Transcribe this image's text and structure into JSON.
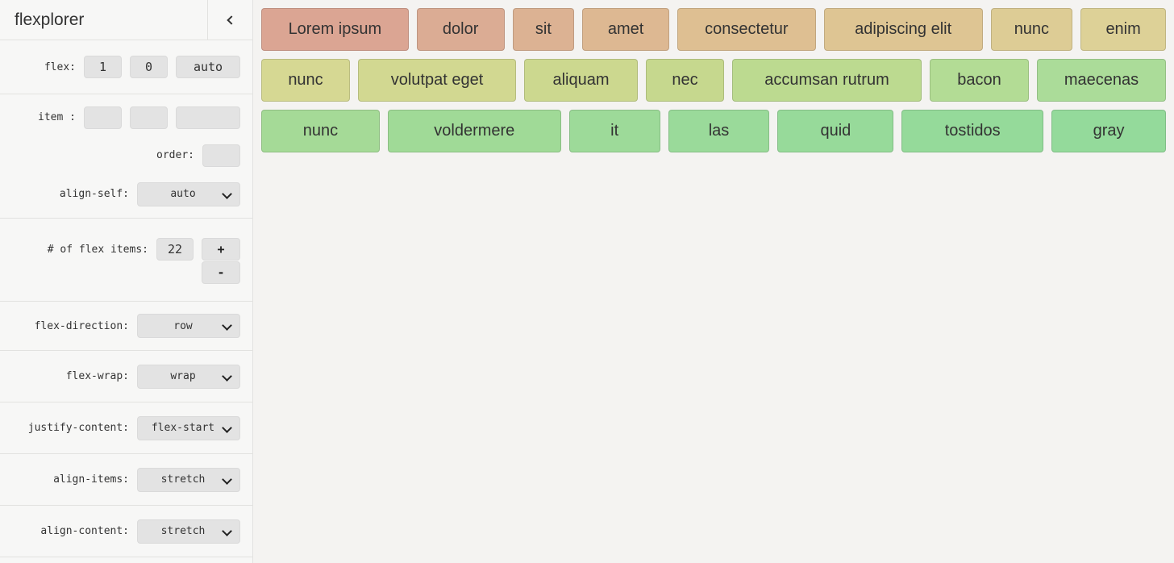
{
  "app": {
    "title": "flexplorer"
  },
  "sidebar": {
    "flex_row": {
      "label": "flex:",
      "grow": "1",
      "shrink": "0",
      "basis": "auto"
    },
    "item_row": {
      "label": "item :",
      "grow": "",
      "shrink": "",
      "basis": ""
    },
    "order_row": {
      "label": "order:",
      "value": ""
    },
    "align_self": {
      "label": "align-self:",
      "value": "auto"
    },
    "count_row": {
      "label": "# of flex items:",
      "value": "22",
      "increment": "+",
      "decrement": "-"
    },
    "flex_direction": {
      "label": "flex-direction:",
      "value": "row"
    },
    "flex_wrap": {
      "label": "flex-wrap:",
      "value": "wrap"
    },
    "justify_content": {
      "label": "justify-content:",
      "value": "flex-start"
    },
    "align_items": {
      "label": "align-items:",
      "value": "stretch"
    },
    "align_content": {
      "label": "align-content:",
      "value": "stretch"
    }
  },
  "colors": {
    "sidebar_bg": "#f7f7f6",
    "main_bg": "#f4f3f1",
    "control_bg": "#e3e3e3",
    "text": "#333333"
  },
  "items": [
    {
      "label": "Lorem ipsum",
      "color": "#dba593"
    },
    {
      "label": "dolor",
      "color": "#dbac94"
    },
    {
      "label": "sit",
      "color": "#dcb293"
    },
    {
      "label": "amet",
      "color": "#ddb892"
    },
    {
      "label": "consectetur",
      "color": "#debf92"
    },
    {
      "label": "adipiscing elit",
      "color": "#dec593"
    },
    {
      "label": "nunc",
      "color": "#ddcc95"
    },
    {
      "label": "enim",
      "color": "#ddd197"
    },
    {
      "label": "nunc",
      "color": "#d6d893"
    },
    {
      "label": "volutpat eget",
      "color": "#d2d891"
    },
    {
      "label": "aliquam",
      "color": "#ccd88f"
    },
    {
      "label": "nec",
      "color": "#c6d88e"
    },
    {
      "label": "accumsan rutrum",
      "color": "#bcda90"
    },
    {
      "label": "bacon",
      "color": "#b3dc95"
    },
    {
      "label": "maecenas",
      "color": "#abdc99"
    },
    {
      "label": "nunc",
      "color": "#a5da97"
    },
    {
      "label": "voldermere",
      "color": "#a0da97"
    },
    {
      "label": "it",
      "color": "#9dda99"
    },
    {
      "label": "las",
      "color": "#9ada9a"
    },
    {
      "label": "quid",
      "color": "#97da9a"
    },
    {
      "label": "tostidos",
      "color": "#95da9a"
    },
    {
      "label": "gray",
      "color": "#94da9b"
    }
  ]
}
